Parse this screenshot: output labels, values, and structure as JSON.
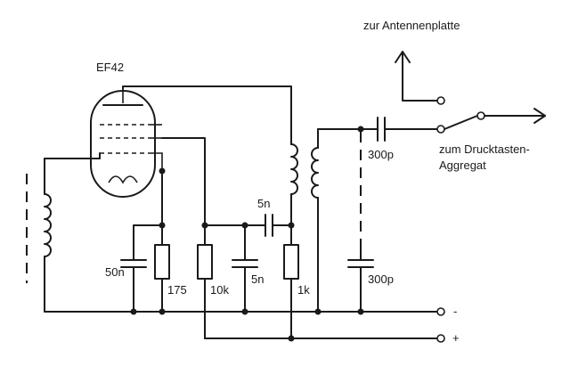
{
  "diagram": {
    "tube": "EF42",
    "antenna_label": "zur Antennenplatte",
    "push_button_label_line1": "zum Drucktasten-",
    "push_button_label_line2": "Aggregat",
    "terminal_minus": "-",
    "terminal_plus": "+",
    "components": {
      "c_cathode": "50n",
      "r_cathode": "175",
      "r_screen": "10k",
      "c_screen": "5n",
      "c_coupling": "5n",
      "r_load": "1k",
      "c_output": "300p",
      "c_trim": "300p"
    }
  }
}
